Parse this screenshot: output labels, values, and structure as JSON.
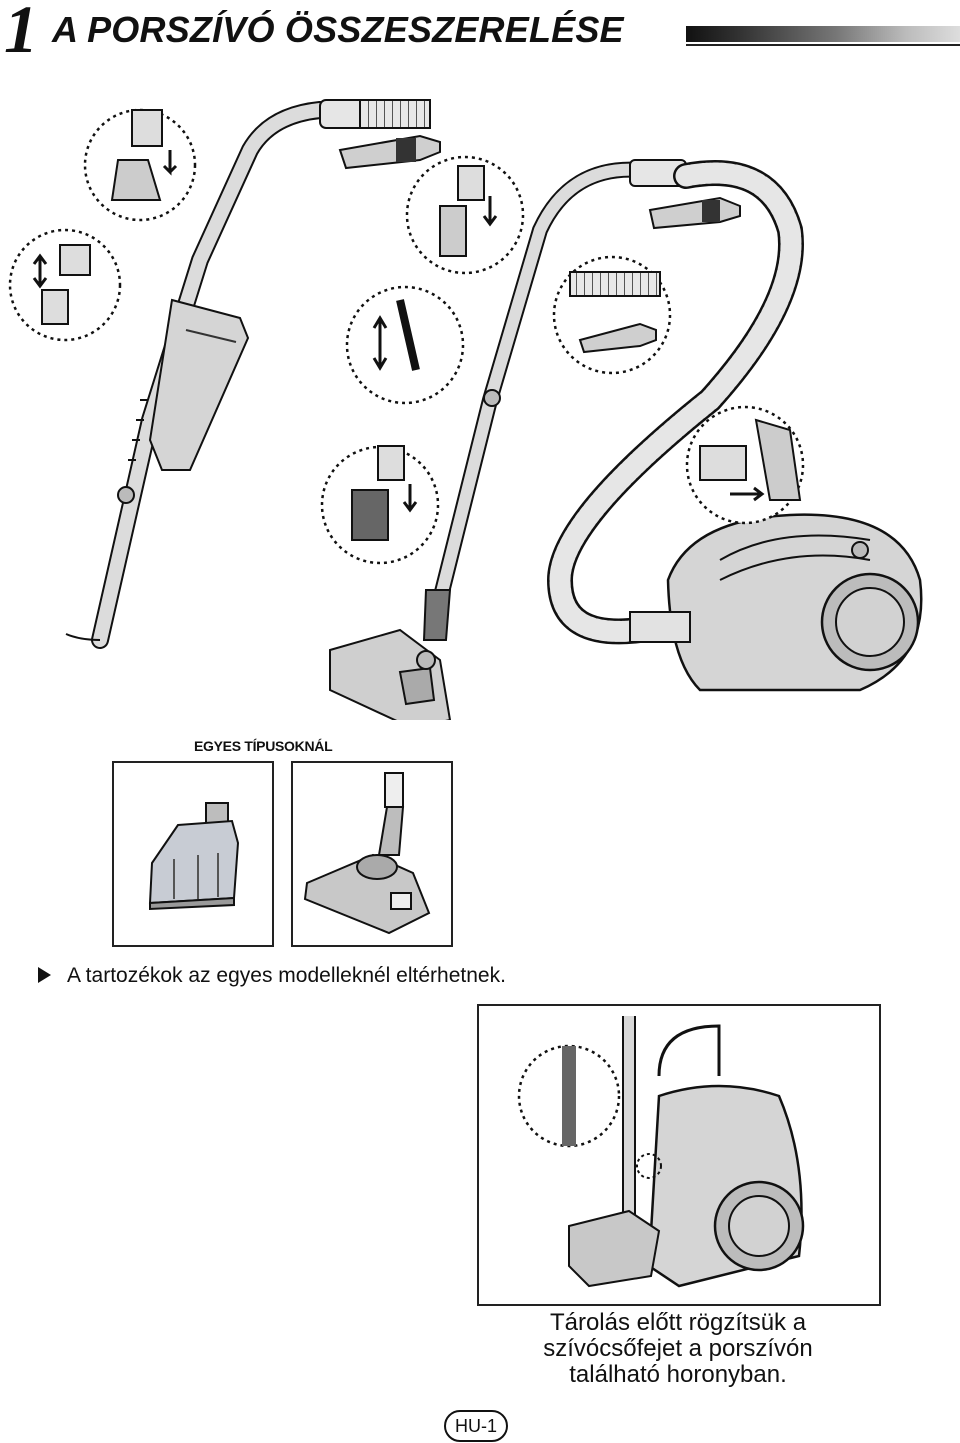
{
  "header": {
    "chapter_number": "1",
    "title": "A PORSZÍVÓ ÖSSZESZERELÉSE"
  },
  "models_section": {
    "label": "EGYES TÍPUSOKNÁL"
  },
  "note": {
    "text": "A tartozékok az egyes modelleknél eltérhetnek."
  },
  "storage": {
    "caption_lines": [
      "Tárolás előtt rögzítsük a",
      "szívócsőfejet a porszívón",
      "található horonyban."
    ]
  },
  "footer": {
    "page_label": "HU-1"
  },
  "colors": {
    "ink": "#111111",
    "body_gray": "#c8c8c8",
    "dark_gray": "#7a7a7a",
    "light_gray": "#e4e4e4"
  }
}
